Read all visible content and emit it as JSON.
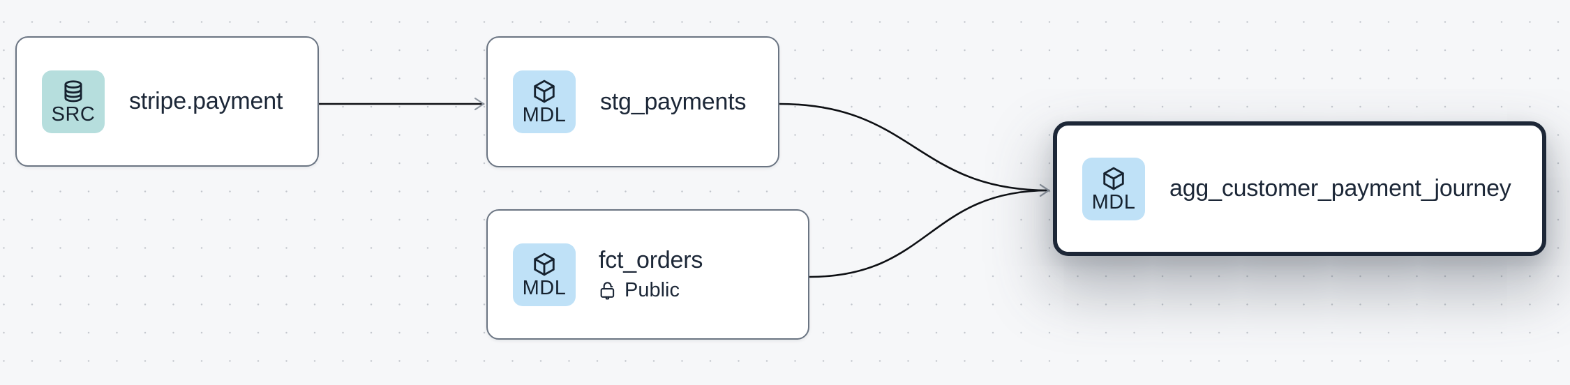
{
  "diagram": {
    "type": "data-lineage-graph",
    "canvas": {
      "background_color": "#f6f7f9",
      "dot_grid_color": "#c2c6cd",
      "edge_color": "#0d0f13",
      "arrowhead_color": "#9097a1"
    },
    "node_style": {
      "background": "#ffffff",
      "border_color": "#6a7482",
      "selected_border_color": "#1d2737",
      "text_color": "#1c2737",
      "src_badge_color": "#b6dedd",
      "mdl_badge_color": "#bfe1f7"
    },
    "nodes": [
      {
        "id": "stripe.payment",
        "label": "stripe.payment",
        "badge": {
          "label": "SRC",
          "icon": "database-icon"
        },
        "selected": false
      },
      {
        "id": "stg_payments",
        "label": "stg_payments",
        "badge": {
          "label": "MDL",
          "icon": "cube-icon"
        },
        "selected": false
      },
      {
        "id": "fct_orders",
        "label": "fct_orders",
        "access": "Public",
        "access_icon": "lock-open-icon",
        "badge": {
          "label": "MDL",
          "icon": "cube-icon"
        },
        "selected": false
      },
      {
        "id": "agg_customer_payment_journey",
        "label": "agg_customer_payment_journey",
        "badge": {
          "label": "MDL",
          "icon": "cube-icon"
        },
        "selected": true
      }
    ],
    "edges": [
      {
        "from": "stripe.payment",
        "to": "stg_payments"
      },
      {
        "from": "stg_payments",
        "to": "agg_customer_payment_journey"
      },
      {
        "from": "fct_orders",
        "to": "agg_customer_payment_journey"
      }
    ]
  }
}
